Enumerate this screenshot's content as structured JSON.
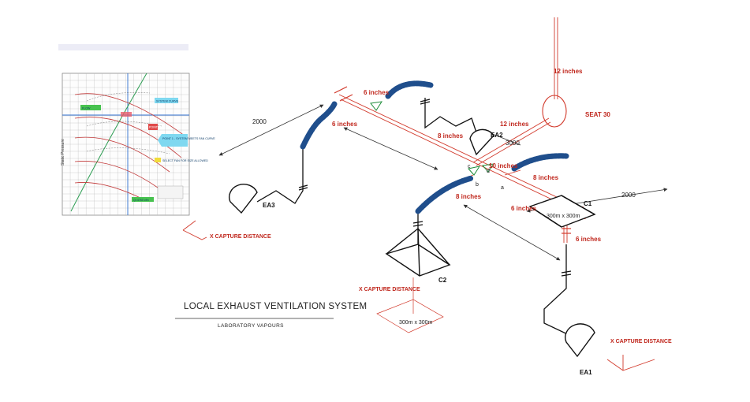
{
  "title": "LOCAL EXHAUST VENTILATION SYSTEM",
  "subtitle": "LABORATORY VAPOURS",
  "colors": {
    "duct": "#d23a2c",
    "flex": "#1f4e8c",
    "ink": "#111111",
    "dim": "#333333"
  },
  "labels": {
    "d_6in_top": "6 inches",
    "d_6in_left": "6 inches",
    "d_8in_main": "8 inches",
    "d_12in_v": "12 inches",
    "d_12in_h": "12 inches",
    "d_10in": "10 inches",
    "d_8in_right": "8 inches",
    "d_8in_mid": "8 inches",
    "d_6in_c1": "6 inches",
    "d_6in_bot": "6 inches",
    "seat": "SEAT 30",
    "flow": "3000",
    "dist_left": "2000",
    "dist_right": "2000",
    "junc_a": "a",
    "junc_b": "b",
    "junc_c": "c",
    "junc_d": "d",
    "ea1": "EA1",
    "ea2": "EA2",
    "ea3": "EA3",
    "c1": "C1",
    "c2": "C2",
    "c1_size": "300m x 300m",
    "c2_size": "300m x 300m",
    "capture_left": "X CAPTURE DISTANCE",
    "capture_mid": "X CAPTURE DISTANCE",
    "capture_right": "X CAPTURE DISTANCE"
  },
  "fan_chart": {
    "ylabel": "Static Pressure",
    "callouts": {
      "green_left": "FLOW",
      "cyan_top": "SYSTEM CURVE",
      "green_bottom": "Q=4760 cfm",
      "red_small": "POINT",
      "cyan_mid": "POINT 1 - SYSTEM MEETS FAN CURVE",
      "yellow_right": "SELECT FAN FOR SIZE ALLOWED"
    }
  }
}
